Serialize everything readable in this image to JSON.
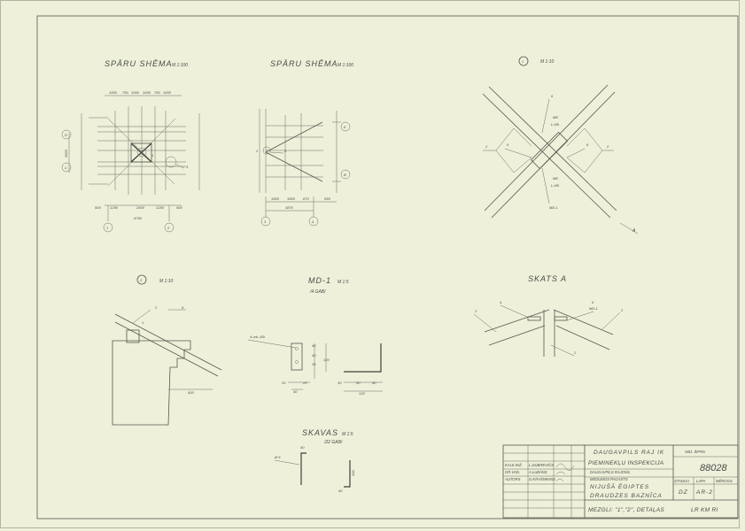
{
  "views": {
    "plan1": {
      "title": "SPĀRU SHĒMA",
      "scale": "M 1:100",
      "top_dims": [
        "1000",
        "750",
        "1000",
        "1000",
        "750",
        "1000"
      ],
      "bottom_dims": [
        "500",
        "1250",
        "2500",
        "1250",
        "500"
      ],
      "total": "4760",
      "left_total": "2820",
      "axes": [
        "1",
        "2",
        "D",
        "C"
      ],
      "callouts": [
        "1",
        "3"
      ]
    },
    "plan2": {
      "title": "SPĀRU SHĒMA",
      "scale": "M 1:100",
      "bottom_dims": [
        "1500",
        "1500",
        "870",
        "555"
      ],
      "total": "3870",
      "axes": [
        "3",
        "4",
        "E",
        "B"
      ],
      "callouts": [
        "2",
        "3"
      ]
    },
    "detail1": {
      "marker": "1",
      "scale": "M 1:10",
      "labels": [
        "2",
        "2",
        "5",
        "6",
        "6",
        "M8",
        "L=85",
        "M8",
        "L=85",
        "MD-1"
      ],
      "view_arrow": "A"
    },
    "detail2": {
      "marker": "2",
      "scale": "M 1:10",
      "labels": [
        "2",
        "9",
        "1"
      ],
      "dim": "500"
    },
    "md1": {
      "title": "MD-1",
      "scale": "M 1:5",
      "qty": "/4 GAB/",
      "hole_note": "4 urb. Ø9",
      "dims": [
        "40",
        "40",
        "25",
        "120",
        "25",
        "25",
        "40",
        "30",
        "50",
        "40",
        "120"
      ]
    },
    "skats": {
      "title": "SKATS A",
      "labels": [
        "2",
        "4",
        "6",
        "MD-1",
        "2",
        "2"
      ]
    },
    "skavas": {
      "title": "SKAVAS",
      "scale": "M 1:5",
      "qty": "/22 GAB/",
      "dims": [
        "Ø 6",
        "40",
        "100",
        "40"
      ]
    }
  },
  "title_block": {
    "org_line1": "DAUGAVPILS RAJ IK",
    "org_line2": "PIEMINEKĻU INSPEKCIJA",
    "location_line1": "DAUGAVPILS RAJONS,",
    "location_line2": "MEDUMOS PAGASTS",
    "object_line1": "NIJUŠĀ ĒGIPTES",
    "object_line2": "DRAUDZES BAZNĪCA",
    "sheet_title": "MEZGLI: \"1\",\"2\", DETAĻAS",
    "org_code": "LR KM RI",
    "obj_code_label": "OBJ. ŠIFRS",
    "obj_code": "88028",
    "stage_label": "STADIJA",
    "sheet_label": "LAPA",
    "scale_label": "MĒROGS",
    "stage": "DZ",
    "sheet": "AR-2",
    "people": [
      {
        "role": "KALK.INŽ.",
        "name": "L.DUBREVIČS"
      },
      {
        "role": "GR.VAD.",
        "name": "A.LUBĀNS"
      },
      {
        "role": "AUTORS",
        "name": "G.KRAŠNIKINS"
      }
    ]
  }
}
